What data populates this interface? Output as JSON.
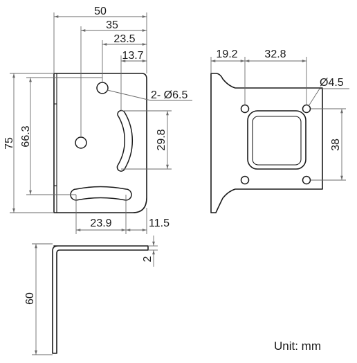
{
  "unit_note": "Unit: mm",
  "front_view": {
    "width": "50",
    "hole_offset_35": "35",
    "hole_offset_23_5": "23.5",
    "hole_offset_13_7": "13.7",
    "hole_callout": "2- Ø6.5",
    "height": "75",
    "hole_height": "66.3",
    "arc_slot_height": "29.8",
    "slot_length": "23.9",
    "slot_edge_offset": "11.5"
  },
  "side_view": {
    "thickness": "2",
    "leg_height": "60"
  },
  "base_view": {
    "edge_to_hole": "19.2",
    "hole_spacing_x": "32.8",
    "hole_diameter": "Ø4.5",
    "hole_spacing_y": "38"
  }
}
